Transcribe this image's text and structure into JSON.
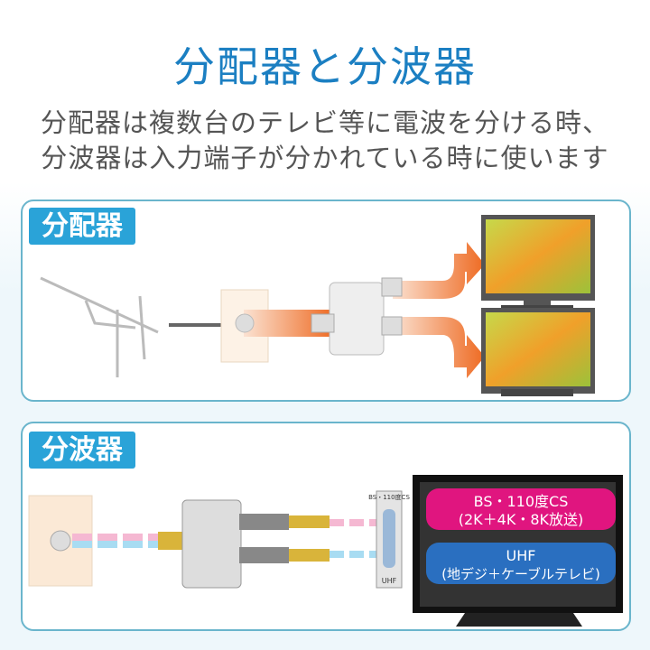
{
  "title": "分配器と分波器",
  "subtitle": [
    "分配器は複数台のテレビ等に電波を分ける時、",
    "分波器は入力端子が分かれている時に使います"
  ],
  "splitter_panel": {
    "label": "分配器"
  },
  "diplexer_panel": {
    "label": "分波器",
    "port_top_label": "BS・110度CS",
    "port_bottom_label": "UHF",
    "bs_box": {
      "line1": "BS・110度CS",
      "line2": "(2K＋4K・8K放送)"
    },
    "uhf_box": {
      "line1": "UHF",
      "line2": "(地デジ＋ケーブルテレビ)"
    }
  },
  "colors": {
    "accent": "#1b7fc2",
    "label_bg": "#2aa3d8",
    "arrow": "#f07a3a",
    "bs": "#e0157f",
    "uhf": "#2a6fc0"
  }
}
